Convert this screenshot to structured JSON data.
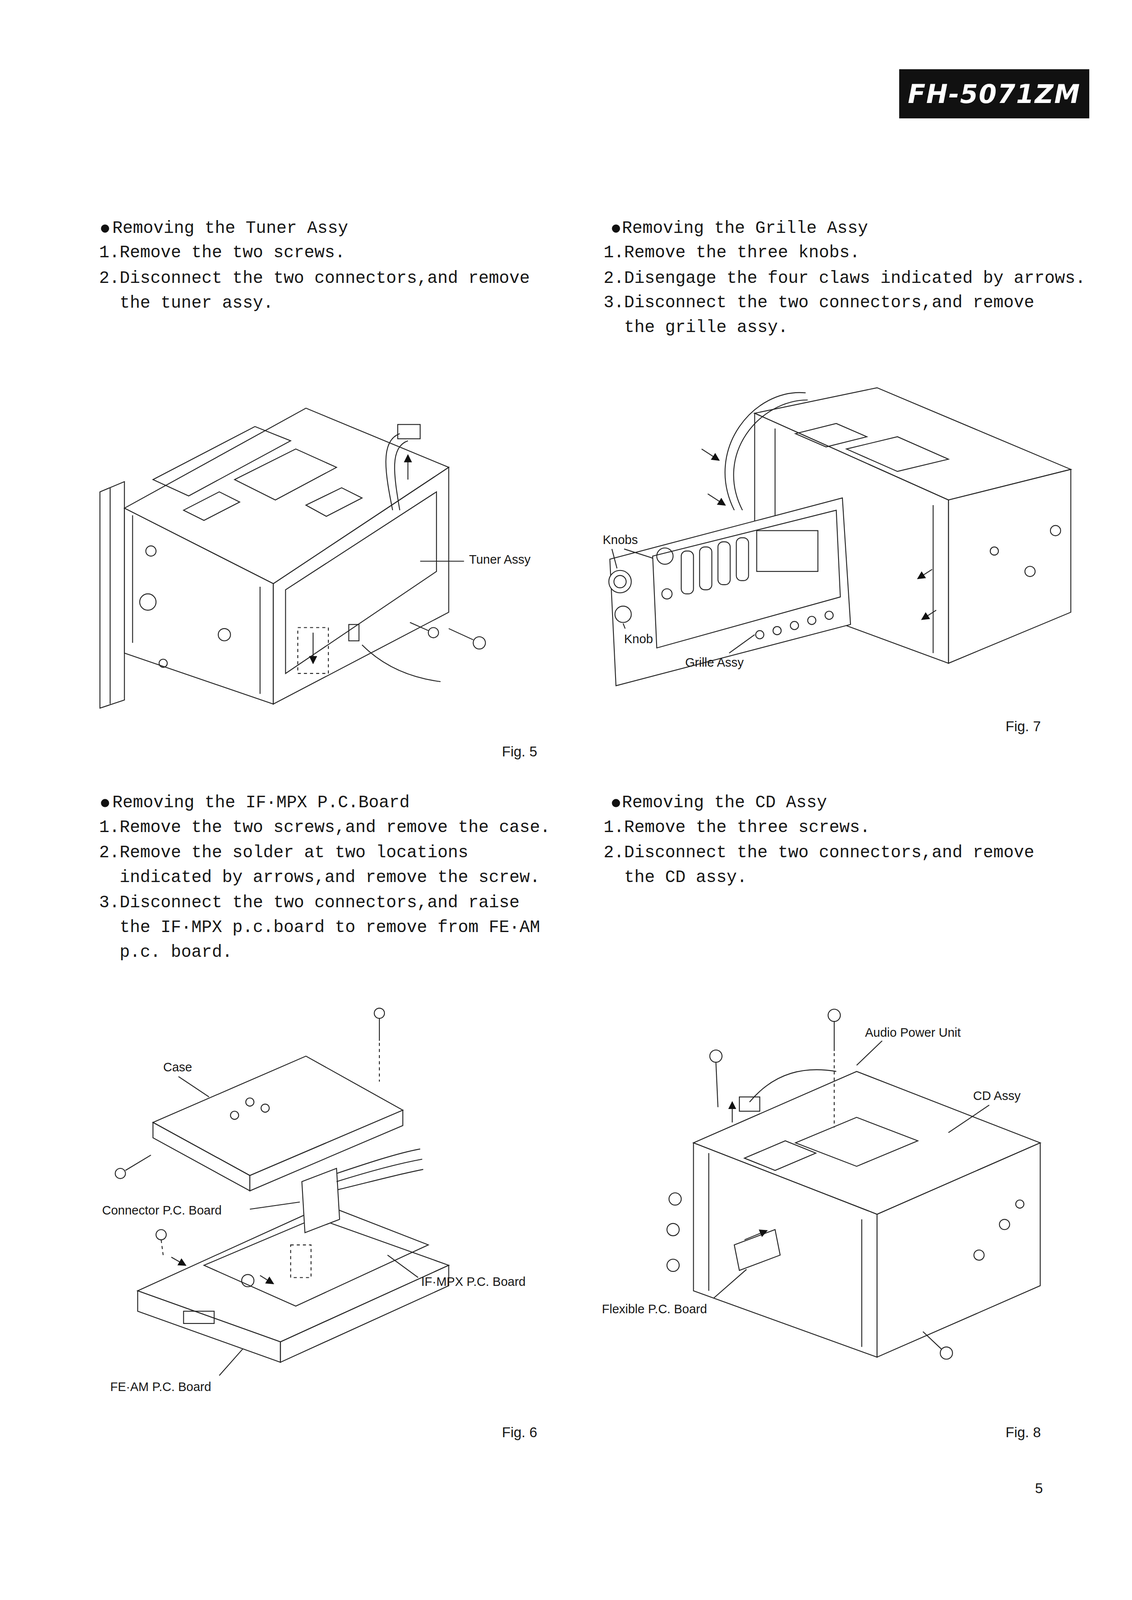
{
  "diagram": {
    "nodes": [
      {
        "text": [
          "FH-5071ZM"
        ]
      }
    ],
    "labels": [
      "Removing the Tuner Assy",
      "1.Remove the two screws.",
      "2.Disconnect the two connectors,and remove the tuner assy.",
      "Removing the Grille Assy",
      "1.Remove the three knobs.",
      "2.Disengage the four claws indicated by arrows.",
      "3.Disconnect the two connectors,and remove the grille assy.",
      "Tuner Assy",
      "Fig. 5",
      "Knobs",
      "Knob",
      "Grille Assy",
      "Fig. 7",
      "Removing the IF·MPX P.C.Board",
      "1.Remove the two screws,and remove the case.",
      "2.Remove the solder at two locations indicated by arrows,and remove the screw.",
      "3.Disconnect the two connectors,and raise the IF·MPX p.c.board to remove from FE·AM p.c. board.",
      "Removing the CD Assy",
      "1.Remove the three screws.",
      "2.Disconnect the two connectors,and remove the CD assy.",
      "Case",
      "Connector P.C. Board",
      "IF·MPX P.C. Board",
      "FE·AM P.C. Board",
      "Fig. 6",
      "Audio Power Unit",
      "CD Assy",
      "Flexible P.C. Board",
      "Fig. 8",
      "5"
    ]
  }
}
